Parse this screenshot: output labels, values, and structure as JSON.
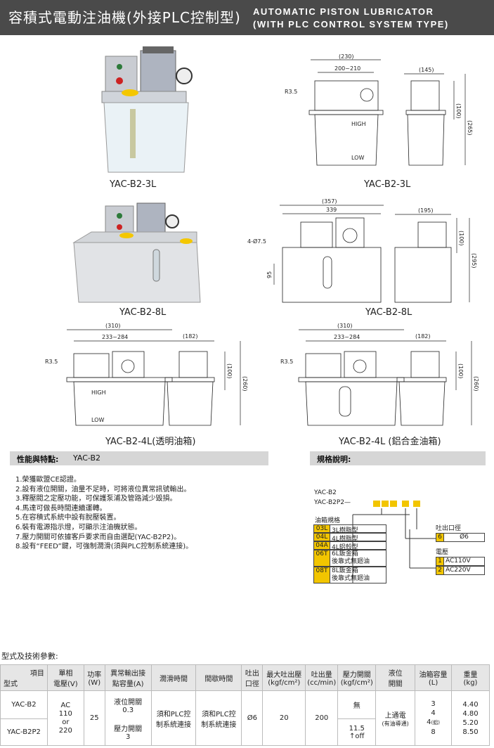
{
  "header": {
    "title_cn": "容積式電動注油機(外接PLC控制型)",
    "title_en_line1": "AUTOMATIC PISTON LUBRICATOR",
    "title_en_line2": "(WITH PLC CONTROL SYSTEM TYPE)"
  },
  "captions": {
    "photo1": "YAC-B2-3L",
    "drawing1": "YAC-B2-3L",
    "photo2": "YAC-B2-8L",
    "drawing2": "YAC-B2-8L",
    "drawing3": "YAC-B2-4L(透明油箱)",
    "drawing4": "YAC-B2-4L (鋁合金油箱)"
  },
  "dims": {
    "d1": {
      "w_outer": "(230)",
      "w_inner": "200~210",
      "r": "R3.5",
      "side_w": "(145)",
      "h1": "(100)",
      "h2": "(265)",
      "high": "HIGH",
      "low": "LOW"
    },
    "d2": {
      "w_outer": "(357)",
      "w_inner": "339",
      "hole": "4-Ø7.5",
      "hdim": "95",
      "side_w": "(195)",
      "h1": "(100)",
      "h2": "(295)"
    },
    "d3": {
      "w_outer": "(310)",
      "w_inner": "233~284",
      "r": "R3.5",
      "side_w": "(182)",
      "h1": "(100)",
      "h2": "(260)",
      "high": "HIGH",
      "low": "LOW"
    },
    "d4": {
      "w_outer": "(310)",
      "w_inner": "233~284",
      "r": "R3.5",
      "side_w": "(182)",
      "h1": "(100)",
      "h2": "(260)"
    }
  },
  "features": {
    "title": "性能與特點:",
    "model": "YAC-B2",
    "items": [
      "1.榮獲歐盟CE認證。",
      "2.設有液位開關，油量不足時，可將液位異常訊號輸出。",
      "3.釋壓閥之定壓功能，可保護泵浦及管路減少毀損。",
      "4.馬達可做長時間連續運轉。",
      "5.在容積式系統中設有脫壓裝置。",
      "6.裝有電源指示燈，可顯示注油機狀態。",
      "7.壓力開關可依據客戶要求而自由選配(YAC-B2P2)。",
      "8.設有“FEED”鍵，可強制潤滑(須與PLC控制系統連接)。"
    ]
  },
  "spec": {
    "title": "規格說明:",
    "model1": "YAC-B2",
    "model2": "YAC-B2P2—",
    "tank_label": "油箱規格",
    "tanks": [
      {
        "code": "03L",
        "desc": "3L樹脂型"
      },
      {
        "code": "04L",
        "desc": "4L樹脂型"
      },
      {
        "code": "04A",
        "desc": "4L鋁殼型"
      },
      {
        "code": "06T",
        "desc": "6L鈑金箱",
        "desc2": "後靠式無廻油"
      },
      {
        "code": "08T",
        "desc": "8L鈑金箱",
        "desc2": "後靠式無廻油"
      }
    ],
    "outlet_label": "吐出口徑",
    "outlet": {
      "code": "6",
      "value": "Ø6"
    },
    "voltage_label": "電壓",
    "voltages": [
      {
        "code": "1",
        "value": "AC110V"
      },
      {
        "code": "2",
        "value": "AC220V"
      }
    ]
  },
  "table": {
    "title": "型式及技術參數:",
    "headers": {
      "item": "項目",
      "model": "型式",
      "phase": "單相",
      "phase2": "電壓(V)",
      "power": "功率",
      "power2": "(W)",
      "alarm": "異常輸出接",
      "alarm2": "點容量(A)",
      "lube": "潤滑時間",
      "interval": "間歇時間",
      "outlet": "吐出",
      "outlet2": "口徑",
      "maxp": "最大吐出壓",
      "maxp2": "(kgf/cm²)",
      "disch": "吐出量",
      "disch2": "(cc/min)",
      "psw": "壓力開關",
      "psw2": "(kgf/cm²)",
      "level": "液位",
      "level2": "開關",
      "cap": "油箱容量",
      "cap2": "(L)",
      "weight": "重量",
      "weight2": "(kg)"
    },
    "row1": {
      "model": "YAC-B2",
      "alarm": "液位開關",
      "alarm_val": "0.3",
      "psw": "無"
    },
    "row2": {
      "model": "YAC-B2P2",
      "alarm": "壓力開關",
      "alarm_val": "3",
      "psw": "11.5",
      "psw2": "↑off"
    },
    "voltage": [
      "AC",
      "110",
      "or",
      "220"
    ],
    "power": "25",
    "lube": [
      "須和PLC控",
      "制系統連接"
    ],
    "interval": [
      "須和PLC控",
      "制系統連接"
    ],
    "outlet": "Ø6",
    "maxp": "20",
    "disch": "200",
    "level": [
      "上通電",
      "(有油導通)"
    ],
    "caps": [
      "3",
      "4",
      "4",
      "(鋁)",
      "8"
    ],
    "weights": [
      "4.40",
      "4.80",
      "5.20",
      "8.50"
    ]
  }
}
